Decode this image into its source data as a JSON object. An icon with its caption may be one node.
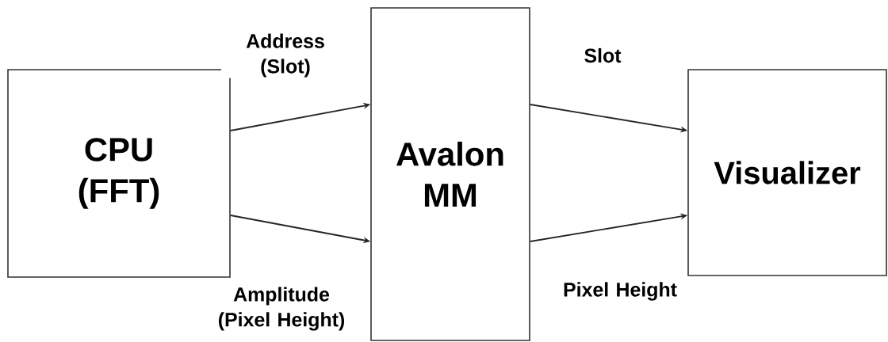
{
  "diagram": {
    "nodes": [
      {
        "text": [
          "CPU (FFT)"
        ]
      },
      {
        "text": [
          "Avalon MM"
        ]
      },
      {
        "text": [
          "Visualizer"
        ]
      }
    ],
    "edges": [
      {
        "from": 0,
        "to": 1,
        "arrow": "to",
        "label": "Address (Slot)"
      },
      {
        "from": 0,
        "to": 1,
        "arrow": "to",
        "label": "Amplitude (Pixel Height)"
      },
      {
        "from": 1,
        "to": 2,
        "arrow": "to",
        "label": "Slot"
      },
      {
        "from": 1,
        "to": 2,
        "arrow": "to",
        "label": "Pixel Height"
      }
    ]
  }
}
